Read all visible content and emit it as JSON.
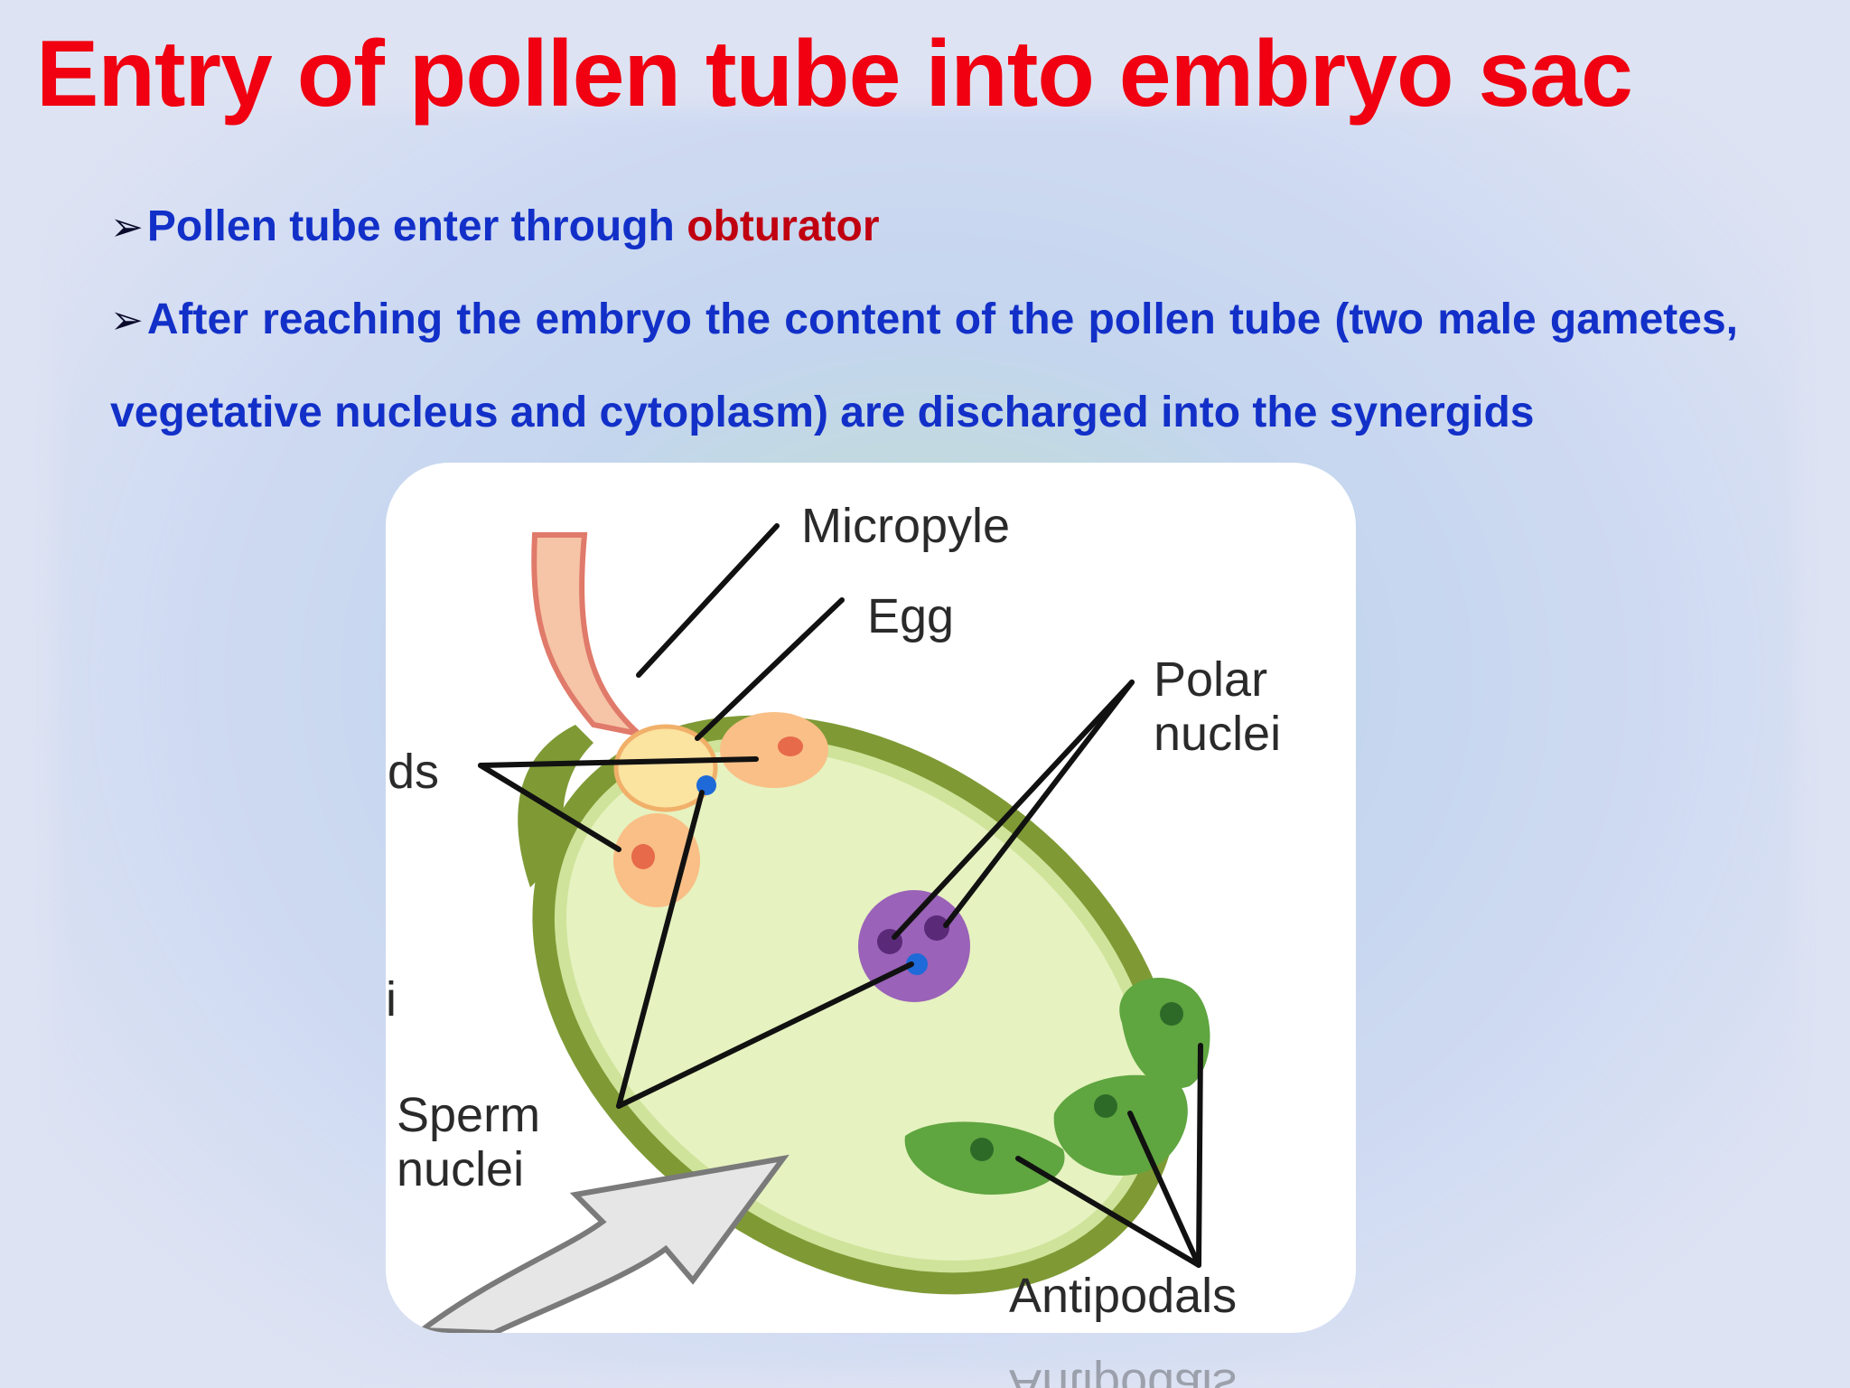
{
  "slide": {
    "title": "Entry of pollen tube into embryo sac",
    "bullets": [
      {
        "text": "Pollen tube enter through ",
        "highlight": "obturator"
      },
      {
        "text": "After reaching the embryo the content of the pollen tube (two male gametes, vegetative nucleus and cytoplasm) are discharged into the synergids",
        "highlight": ""
      }
    ],
    "colors": {
      "title": "#f00010",
      "body": "#1230c8",
      "highlight": "#c00010"
    }
  },
  "figure": {
    "labels": {
      "micropyle": "Micropyle",
      "egg": "Egg",
      "polar_1": "Polar",
      "polar_2": "nuclei",
      "synergids_partial": "ds",
      "partial_i": "i",
      "sperm_1": "Sperm",
      "sperm_2": "nuclei",
      "antipodals": "Antipodals"
    }
  }
}
